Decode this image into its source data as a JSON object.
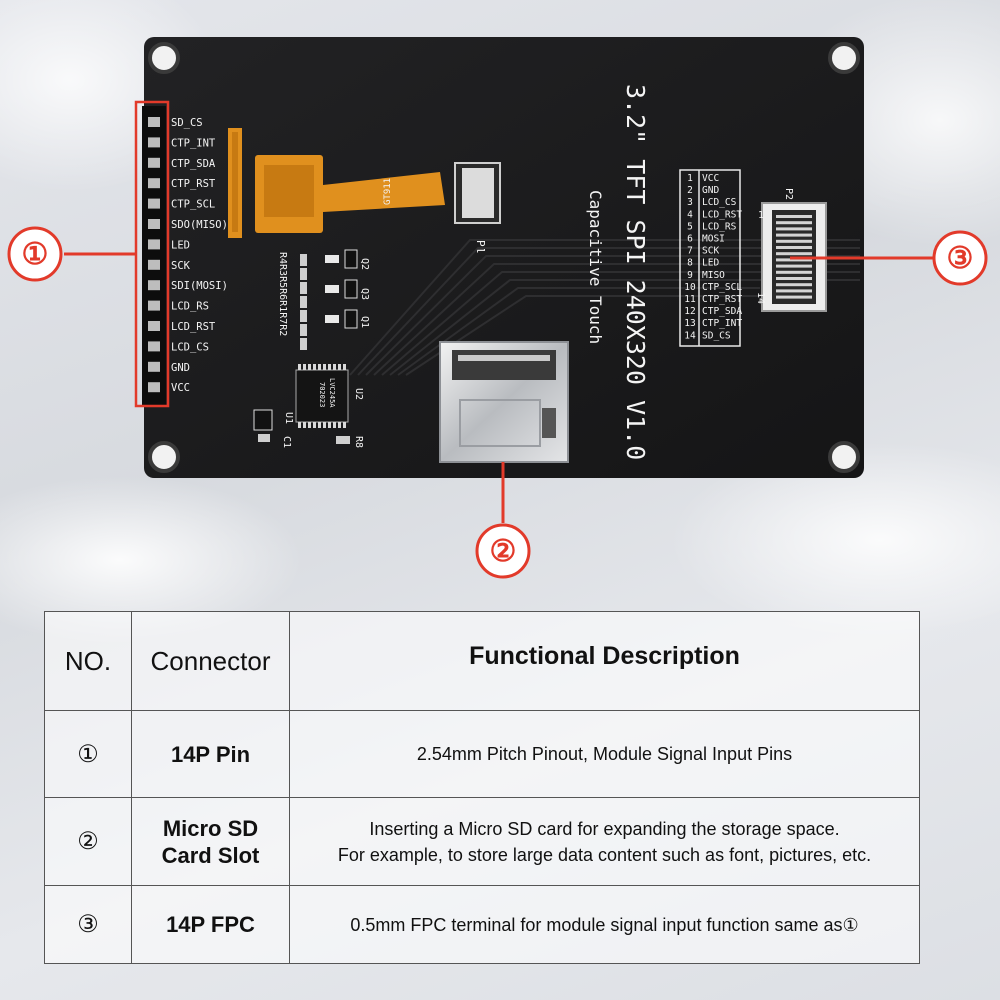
{
  "board": {
    "title": "3.2\" TFT SPI 240X320 V1.0",
    "subtitle": "Capacitive Touch",
    "left_header_pins": [
      "SD_CS",
      "CTP_INT",
      "CTP_SDA",
      "CTP_RST",
      "CTP_SCL",
      "SDO(MISO)",
      "LED",
      "SCK",
      "SDI(MOSI)",
      "LCD_RS",
      "LCD_RST",
      "LCD_CS",
      "GND",
      "VCC"
    ],
    "fpc_pin_numbers": [
      "1",
      "2",
      "3",
      "4",
      "5",
      "6",
      "7",
      "8",
      "9",
      "10",
      "11",
      "12",
      "13",
      "14"
    ],
    "fpc_pin_labels": [
      "VCC",
      "GND",
      "LCD_CS",
      "LCD_RST",
      "LCD_RS",
      "MOSI",
      "SCK",
      "LED",
      "MISO",
      "CTP_SCL",
      "CTP_RST",
      "CTP_SDA",
      "CTP_INT",
      "SD_CS"
    ],
    "silkscreen": {
      "p1": "P1",
      "p2": "P2",
      "p2_pin1": "1",
      "p2_pin14": "14",
      "q1": "Q1",
      "q2": "Q2",
      "q3": "Q3",
      "u1": "U1",
      "u2": "U2",
      "c1": "C1",
      "r8": "R8",
      "resistors": "R4R3R5R6R1R7R2",
      "chip_marking": "LVC245A",
      "chip_code": "702023",
      "flex_marking": "GT911"
    }
  },
  "callouts": {
    "one": "①",
    "two": "②",
    "three": "③"
  },
  "table": {
    "headers": {
      "no": "NO.",
      "connector": "Connector",
      "description": "Functional Description"
    },
    "rows": [
      {
        "no": "①",
        "connector_line1": "14P Pin",
        "connector_line2": "",
        "desc_line1": "2.54mm Pitch Pinout, Module Signal Input Pins",
        "desc_line2": ""
      },
      {
        "no": "②",
        "connector_line1": "Micro SD",
        "connector_line2": "Card Slot",
        "desc_line1": "Inserting a Micro SD card for expanding the storage space.",
        "desc_line2": "For example, to store large data content such as font, pictures, etc."
      },
      {
        "no": "③",
        "connector_line1": "14P FPC",
        "connector_line2": "",
        "desc_line1": "0.5mm FPC terminal for module signal input function same as①",
        "desc_line2": ""
      }
    ]
  },
  "colors": {
    "pcb": "#1b1b1c",
    "callout": "#e23a2a",
    "flex_cable": "#e0901e",
    "silk": "#f4f4f4"
  }
}
